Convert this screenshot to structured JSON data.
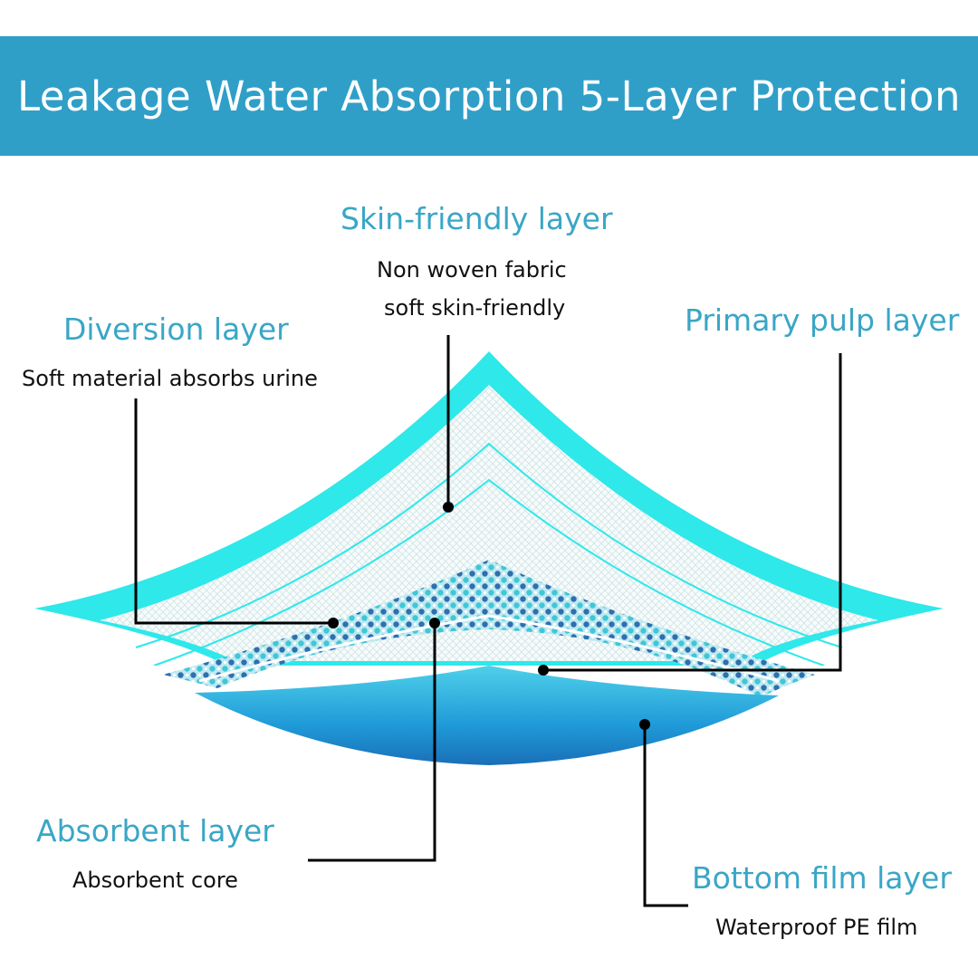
{
  "header": {
    "title": "Leakage Water Absorption 5-Layer Protection"
  },
  "layers": [
    {
      "name": "Skin-friendly layer",
      "desc_lines": [
        "Non woven fabric",
        "soft skin-friendly"
      ]
    },
    {
      "name": "Diversion layer",
      "desc": "Soft material absorbs urine"
    },
    {
      "name": "Primary pulp layer"
    },
    {
      "name": "Absorbent layer",
      "desc": "Absorbent core"
    },
    {
      "name": "Bottom film layer",
      "desc": "Waterproof PE film"
    }
  ],
  "colors": {
    "banner": "#2f9fc8",
    "cyan_layer": "#2ee8ea",
    "label_blue": "#3aa6c6",
    "bottom_film": "#1f8fd4",
    "dot_pattern": "#2f6fb0"
  }
}
